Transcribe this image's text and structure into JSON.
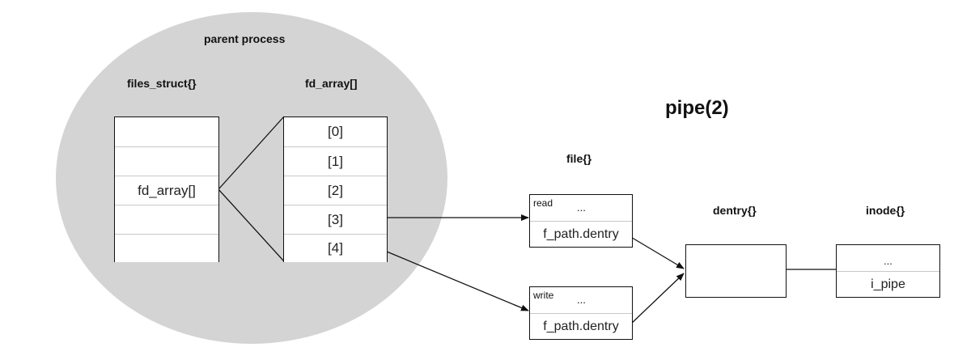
{
  "title": "pipe(2)",
  "parent_process": {
    "label": "parent process"
  },
  "files_struct": {
    "label": "files_struct{}",
    "rows": [
      "",
      "",
      "fd_array[]",
      "",
      ""
    ]
  },
  "fd_array": {
    "label": "fd_array[]",
    "rows": [
      "[0]",
      "[1]",
      "[2]",
      "[3]",
      "[4]"
    ]
  },
  "file": {
    "label": "file{}",
    "read": {
      "mode": "read",
      "dots": "...",
      "field": "f_path.dentry"
    },
    "write": {
      "mode": "write",
      "dots": "...",
      "field": "f_path.dentry"
    }
  },
  "dentry": {
    "label": "dentry{}"
  },
  "inode": {
    "label": "inode{}",
    "dots": "...",
    "field": "i_pipe"
  },
  "colors": {
    "process_bg": "#d4d4d4",
    "line": "#111111",
    "row_separator": "#c8c8c8"
  }
}
